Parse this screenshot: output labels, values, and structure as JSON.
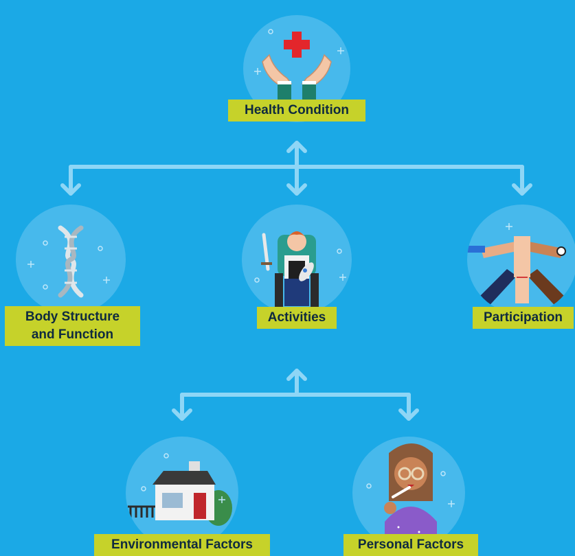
{
  "colors": {
    "background": "#1ba9e6",
    "label_bg": "#c6d22a",
    "label_text": "#0f2a3f",
    "arrows": "#8ed6f6",
    "circle": "#47b9ec"
  },
  "nodes": {
    "health": {
      "label": "Health Condition",
      "icon": "hands-medical-cross-icon"
    },
    "body": {
      "label_line1": "Body Structure",
      "label_line2": "and Function",
      "icon": "dna-icon"
    },
    "activities": {
      "label": "Activities",
      "icon": "wheelchair-person-icon"
    },
    "participation": {
      "label": "Participation",
      "icon": "stacked-hands-icon"
    },
    "environmental": {
      "label": "Environmental Factors",
      "icon": "house-icon"
    },
    "personal": {
      "label": "Personal Factors",
      "icon": "girl-brushing-teeth-icon"
    }
  }
}
